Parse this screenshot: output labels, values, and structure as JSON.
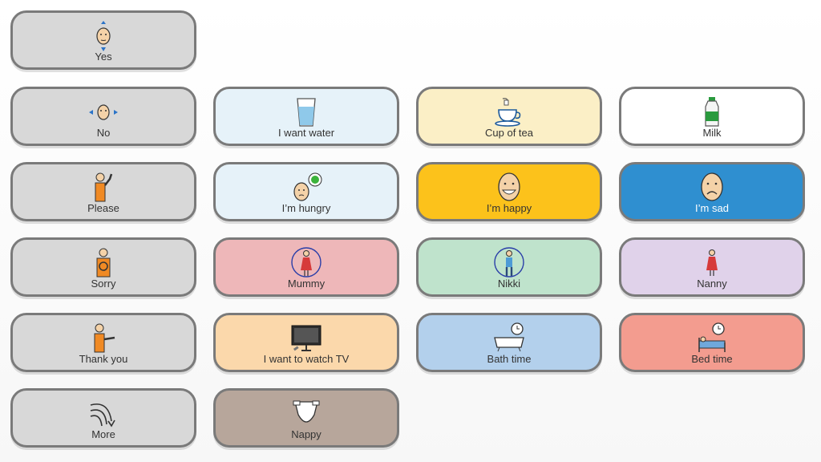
{
  "tiles": [
    {
      "id": "yes",
      "label": "Yes",
      "icon": "face-nod-icon",
      "color": "#d8d8d8"
    },
    {
      "id": "no",
      "label": "No",
      "icon": "face-shake-icon",
      "color": "#d8d8d8"
    },
    {
      "id": "i-want-water",
      "label": "I want water",
      "icon": "glass-of-water-icon",
      "color": "#e6f2f9"
    },
    {
      "id": "cup-of-tea",
      "label": "Cup of tea",
      "icon": "teacup-icon",
      "color": "#fbefc6"
    },
    {
      "id": "milk",
      "label": "Milk",
      "icon": "milk-bottle-icon",
      "color": "#ffffff"
    },
    {
      "id": "please",
      "label": "Please",
      "icon": "person-please-icon",
      "color": "#d8d8d8"
    },
    {
      "id": "im-hungry",
      "label": "I’m hungry",
      "icon": "hungry-face-icon",
      "color": "#e6f2f9"
    },
    {
      "id": "im-happy",
      "label": "I’m happy",
      "icon": "happy-face-icon",
      "color": "#fcc21b"
    },
    {
      "id": "im-sad",
      "label": "I’m sad",
      "icon": "sad-face-icon",
      "color": "#2f8fd0"
    },
    {
      "id": "sorry",
      "label": "Sorry",
      "icon": "person-sorry-icon",
      "color": "#d8d8d8"
    },
    {
      "id": "mummy",
      "label": "Mummy",
      "icon": "woman-icon",
      "color": "#eeb7b9"
    },
    {
      "id": "nikki",
      "label": "Nikki",
      "icon": "man-icon",
      "color": "#bfe3cc"
    },
    {
      "id": "nanny",
      "label": "Nanny",
      "icon": "woman-icon",
      "color": "#e0d2ea"
    },
    {
      "id": "thank-you",
      "label": "Thank you",
      "icon": "person-thank-you-icon",
      "color": "#d8d8d8"
    },
    {
      "id": "i-want-to-watch-tv",
      "label": "I want to watch TV",
      "icon": "tv-icon",
      "color": "#fbd8ab"
    },
    {
      "id": "bath-time",
      "label": "Bath time",
      "icon": "bath-clock-icon",
      "color": "#b3d0ec"
    },
    {
      "id": "bed-time",
      "label": "Bed time",
      "icon": "bed-clock-icon",
      "color": "#f39c8f"
    },
    {
      "id": "more",
      "label": "More",
      "icon": "more-arrows-icon",
      "color": "#d8d8d8"
    },
    {
      "id": "nappy",
      "label": "Nappy",
      "icon": "nappy-icon",
      "color": "#b7a69b"
    }
  ]
}
